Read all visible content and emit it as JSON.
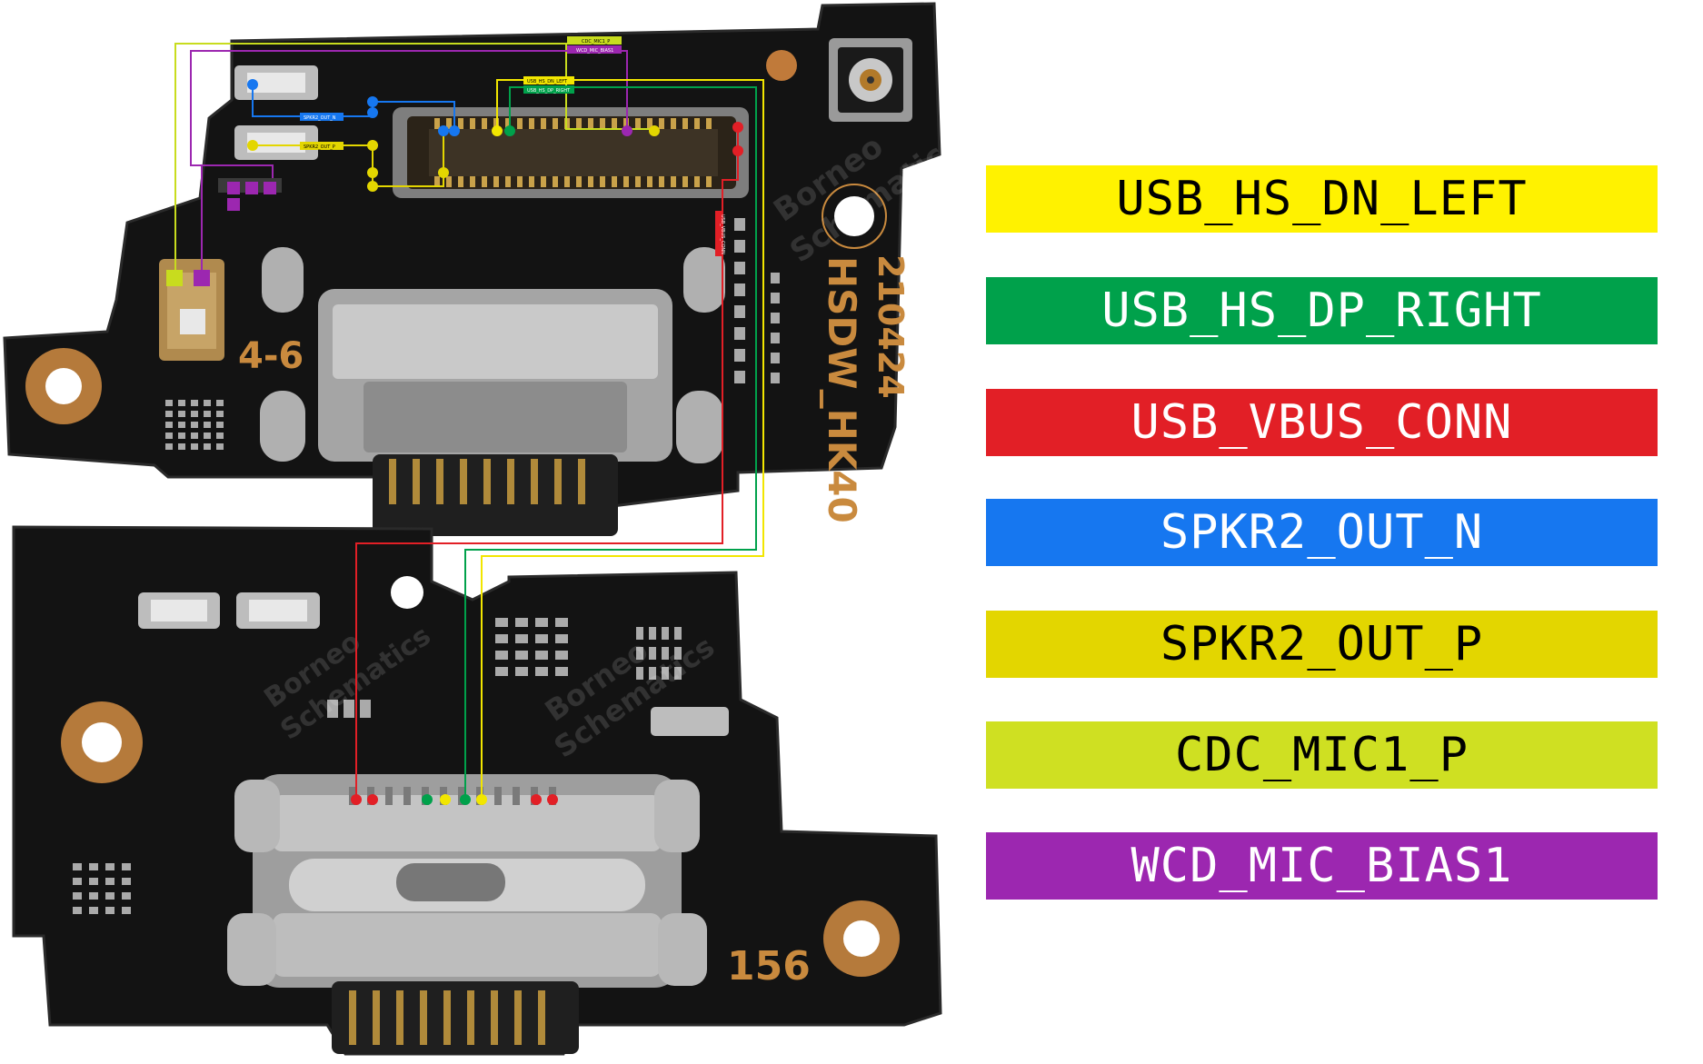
{
  "legend": [
    {
      "label": "USB_HS_DN_LEFT",
      "bg": "#fff200",
      "fg": "#000000"
    },
    {
      "label": "USB_HS_DP_RIGHT",
      "bg": "#00a14b",
      "fg": "#ffffff"
    },
    {
      "label": "USB_VBUS_CONN",
      "bg": "#e21f26",
      "fg": "#ffffff"
    },
    {
      "label": "SPKR2_OUT_N",
      "bg": "#1677f0",
      "fg": "#ffffff"
    },
    {
      "label": "SPKR2_OUT_P",
      "bg": "#e3d600",
      "fg": "#000000"
    },
    {
      "label": "CDC_MIC1_P",
      "bg": "#cfe022",
      "fg": "#000000"
    },
    {
      "label": "WCD_MIC_BIAS1",
      "bg": "#9c27b0",
      "fg": "#ffffff"
    }
  ],
  "board": {
    "top_silk_code": "210424",
    "top_silk_model": "HSDW_HK40",
    "top_silk_small": "4-6",
    "bottom_silk_number": "156",
    "watermark_line1": "Borneo",
    "watermark_line2": "Schematics"
  },
  "trace_labels": {
    "cdc_mic1_p": "CDC_MIC1_P",
    "wcd_mic_bias1": "WCD_MIC_BIAS1",
    "usb_dn_left": "USB_HS_DN_LEFT",
    "usb_dp_right": "USB_HS_DP_RIGHT",
    "spkr2_out_n": "SPKR2_OUT_N",
    "spkr2_out_p": "SPKR2_OUT_P",
    "usb_vbus_conn": "USB_VBUS_CONN"
  }
}
